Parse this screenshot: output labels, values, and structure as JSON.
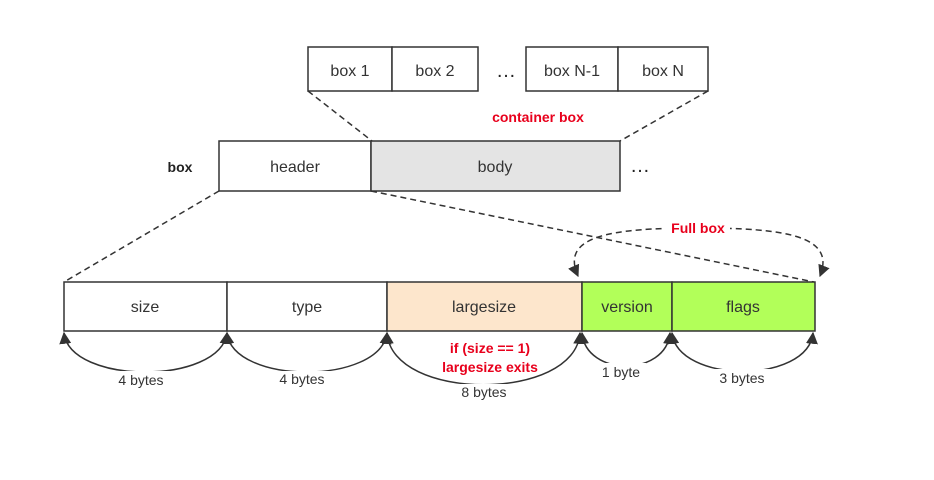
{
  "children": [
    "box 1",
    "box 2",
    "box N-1",
    "box N"
  ],
  "ellipsis": "…",
  "container_label": "container box",
  "box_label": "box",
  "header_label": "header",
  "body_label": "body",
  "fields": [
    "size",
    "type",
    "largesize",
    "version",
    "flags"
  ],
  "fullbox_label": "Full box",
  "condition_line1": "if (size == 1)",
  "condition_line2": "largesize exits",
  "bytes": [
    "4 bytes",
    "4 bytes",
    "8 bytes",
    "1 byte",
    "3 bytes"
  ],
  "colors": {
    "body": "#e4e4e4",
    "largesize": "#fde6cc",
    "fullbox_fields": "#b2ff59",
    "annotation": "#e8001c"
  }
}
